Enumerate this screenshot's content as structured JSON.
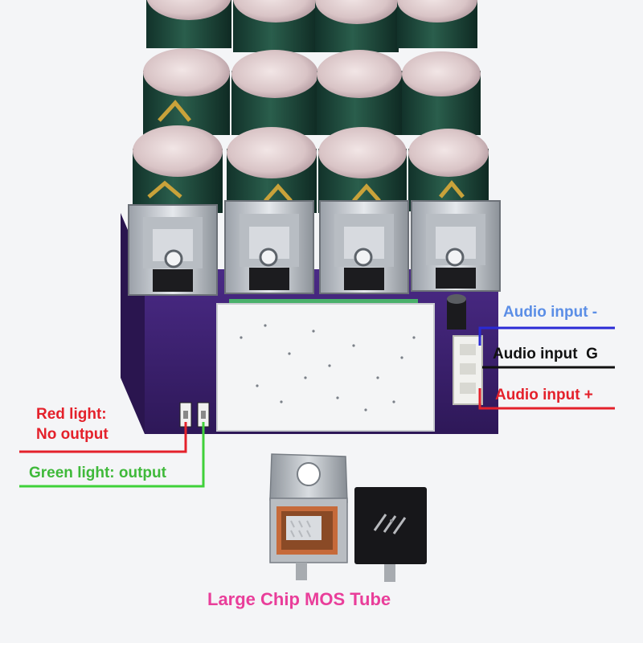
{
  "labels": {
    "audio_input_minus": "Audio input -",
    "audio_input_g": "Audio input  G",
    "audio_input_plus": "Audio input +",
    "red_light_line1": "Red light:",
    "red_light_line2": "No output",
    "green_light": "Green light: output",
    "caption": "Large Chip MOS Tube"
  },
  "colors": {
    "label_blue": "#5b8ee6",
    "label_black": "#111111",
    "label_red": "#e4212b",
    "label_green": "#3fb93a",
    "caption_pink": "#e93e9a",
    "pcb_purple": "#3b1f6e",
    "capacitor_green": "#1f4a3c"
  }
}
